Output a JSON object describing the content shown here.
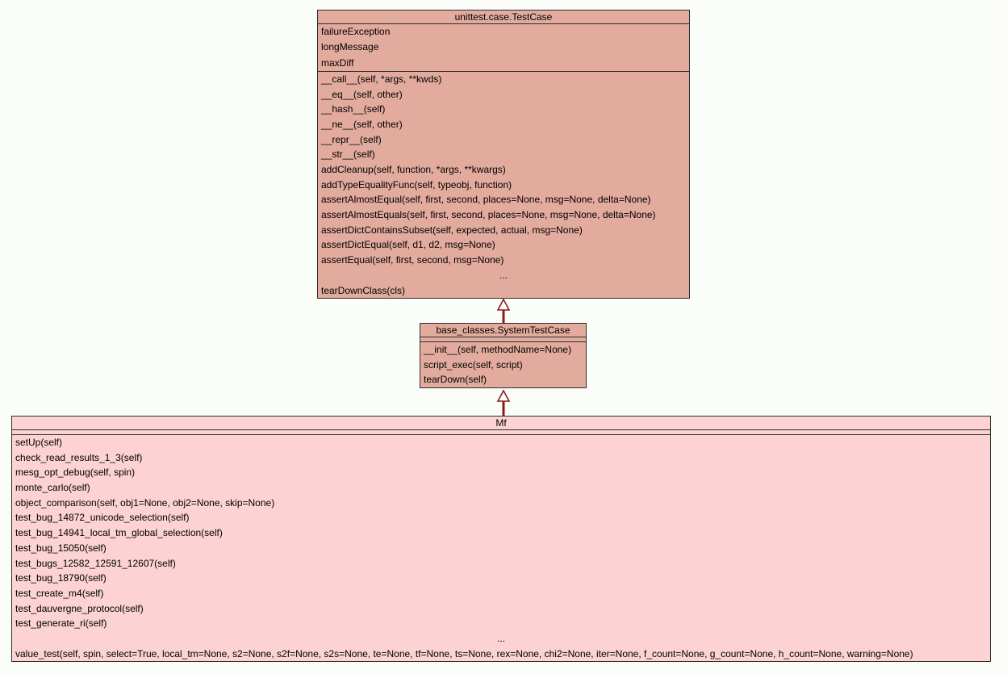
{
  "colors": {
    "background": "#fbfdf8",
    "ancestor_fill": "#e2ab9e",
    "subject_fill": "#fcd2d2",
    "border": "#2e2e2e",
    "arrow": "#8b1c1c"
  },
  "classes": [
    {
      "name": "unittest.case.TestCase",
      "attributes": [
        "failureException",
        "longMessage",
        "maxDiff"
      ],
      "methods": [
        "__call__(self, *args, **kwds)",
        "__eq__(self, other)",
        "__hash__(self)",
        "__ne__(self, other)",
        "__repr__(self)",
        "__str__(self)",
        "addCleanup(self, function, *args, **kwargs)",
        "addTypeEqualityFunc(self, typeobj, function)",
        "assertAlmostEqual(self, first, second, places=None, msg=None, delta=None)",
        "assertAlmostEquals(self, first, second, places=None, msg=None, delta=None)",
        "assertDictContainsSubset(self, expected, actual, msg=None)",
        "assertDictEqual(self, d1, d2, msg=None)",
        "assertEqual(self, first, second, msg=None)",
        "...",
        "tearDownClass(cls)"
      ]
    },
    {
      "name": "base_classes.SystemTestCase",
      "attributes": [],
      "methods": [
        "__init__(self, methodName=None)",
        "script_exec(self, script)",
        "tearDown(self)"
      ]
    },
    {
      "name": "Mf",
      "attributes": [],
      "methods": [
        "setUp(self)",
        "check_read_results_1_3(self)",
        "mesg_opt_debug(self, spin)",
        "monte_carlo(self)",
        "object_comparison(self, obj1=None, obj2=None, skip=None)",
        "test_bug_14872_unicode_selection(self)",
        "test_bug_14941_local_tm_global_selection(self)",
        "test_bug_15050(self)",
        "test_bugs_12582_12591_12607(self)",
        "test_bug_18790(self)",
        "test_create_m4(self)",
        "test_dauvergne_protocol(self)",
        "test_generate_ri(self)",
        "...",
        "value_test(self, spin, select=True, local_tm=None, s2=None, s2f=None, s2s=None, te=None, tf=None, ts=None, rex=None, chi2=None, iter=None, f_count=None, g_count=None, h_count=None, warning=None)"
      ]
    }
  ],
  "relations": [
    {
      "type": "inheritance",
      "from": "base_classes.SystemTestCase",
      "to": "unittest.case.TestCase"
    },
    {
      "type": "inheritance",
      "from": "Mf",
      "to": "base_classes.SystemTestCase"
    }
  ]
}
